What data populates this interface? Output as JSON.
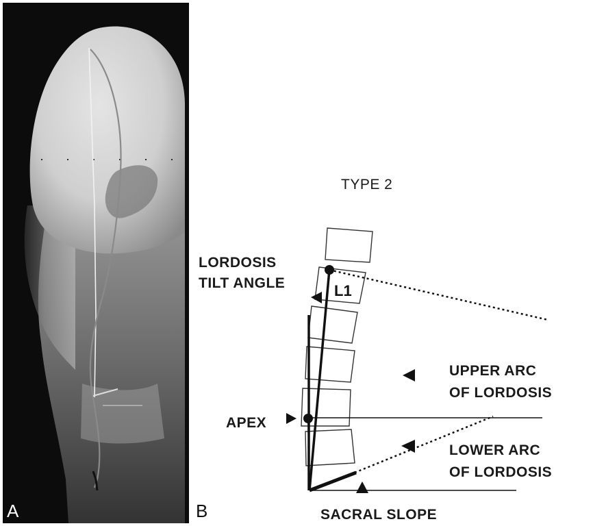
{
  "panels": {
    "a": {
      "letter": "A"
    },
    "b": {
      "letter": "B"
    }
  },
  "diagram": {
    "title": "TYPE 2",
    "vertebra_label": "L1",
    "labels": {
      "lordosis_tilt_angle": [
        "LORDOSIS",
        "TILT ANGLE"
      ],
      "apex": "APEX",
      "upper_arc": [
        "UPPER ARC",
        "OF LORDOSIS"
      ],
      "lower_arc": [
        "LOWER ARC",
        "OF LORDOSIS"
      ],
      "sacral_slope": "SACRAL SLOPE"
    }
  },
  "colors": {
    "xray_background": "#0c0c0c",
    "soft_tissue": "#d2d2d2",
    "line": "#111111"
  }
}
